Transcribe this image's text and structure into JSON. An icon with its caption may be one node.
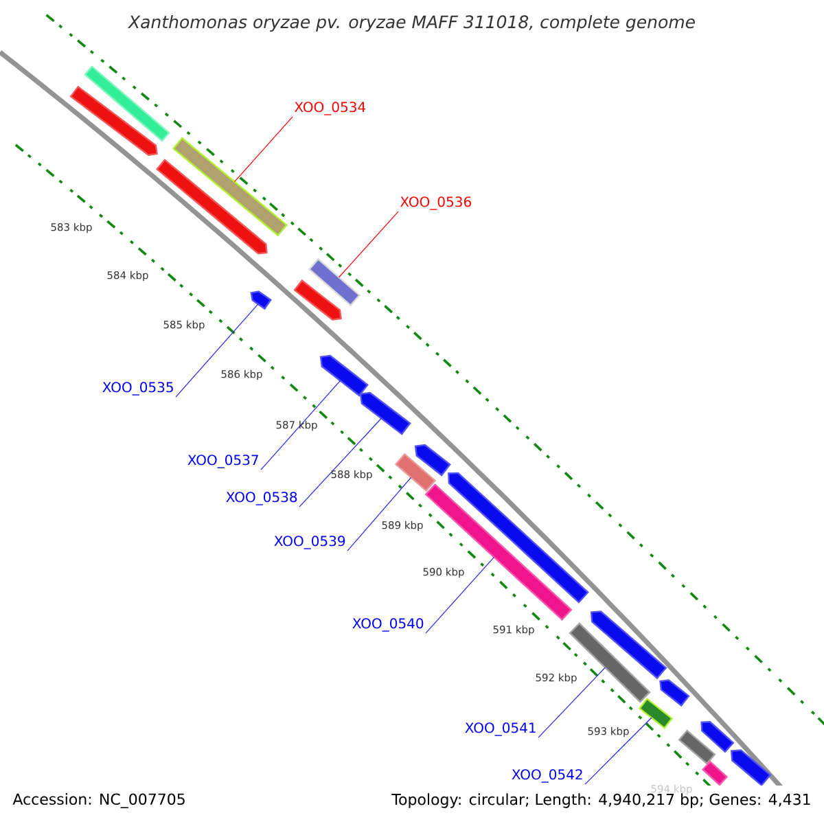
{
  "diagram": {
    "title": "Xanthomonas oryzae pv. oryzae MAFF 311018, complete genome",
    "nodes": [
      {
        "text": [],
        "shape": "box"
      },
      {
        "text": [],
        "shape": "arrow"
      },
      {
        "text": [],
        "shape": "box"
      },
      {
        "text": [
          "XOO_0534"
        ]
      },
      {
        "text": [],
        "shape": "arrow"
      },
      {
        "text": [
          "XOO_0536"
        ]
      },
      {
        "text": [],
        "shape": "box"
      },
      {
        "text": [],
        "shape": "arrow"
      },
      {
        "text": [],
        "shape": "arrow"
      },
      {
        "text": [
          "XOO_0535"
        ]
      },
      {
        "text": [],
        "shape": "arrow"
      },
      {
        "text": [],
        "shape": "arrow"
      },
      {
        "text": [
          "XOO_0537"
        ]
      },
      {
        "text": [
          "XOO_0538"
        ]
      },
      {
        "text": [],
        "shape": "arrow"
      },
      {
        "text": [],
        "shape": "box"
      },
      {
        "text": [],
        "shape": "arrow"
      },
      {
        "text": [],
        "shape": "box"
      },
      {
        "text": [
          "XOO_0539"
        ]
      },
      {
        "text": [
          "XOO_0540"
        ]
      },
      {
        "text": [],
        "shape": "arrow"
      },
      {
        "text": [],
        "shape": "box"
      },
      {
        "text": [],
        "shape": "arrow"
      },
      {
        "text": [],
        "shape": "box"
      },
      {
        "text": [
          "XOO_0541"
        ]
      },
      {
        "text": [
          "XOO_0542"
        ]
      },
      {
        "text": [],
        "shape": "arrow"
      },
      {
        "text": [],
        "shape": "box"
      },
      {
        "text": [],
        "shape": "arrow"
      },
      {
        "text": [],
        "shape": "box"
      }
    ],
    "edges": [
      {
        "from": 3,
        "to": 2,
        "arrow": "none",
        "color": "#ff0000"
      },
      {
        "from": 5,
        "to": 6,
        "arrow": "none",
        "color": "#ff0000"
      },
      {
        "from": 9,
        "to": 8,
        "arrow": "none"
      },
      {
        "from": 12,
        "to": 10,
        "arrow": "none"
      },
      {
        "from": 13,
        "to": 11,
        "arrow": "none"
      },
      {
        "from": 18,
        "to": 15,
        "arrow": "none"
      },
      {
        "from": 19,
        "to": 17,
        "arrow": "none"
      },
      {
        "from": 24,
        "to": 21,
        "arrow": "none"
      },
      {
        "from": 25,
        "to": 23,
        "arrow": "none"
      }
    ],
    "labels": [
      "583 kbp",
      "584 kbp",
      "585 kbp",
      "586 kbp",
      "587 kbp",
      "588 kbp",
      "589 kbp",
      "590 kbp",
      "591 kbp",
      "592 kbp",
      "593 kbp",
      "594 kbp",
      "Accession: NC_007705",
      "Topology: circular; Length: 4,940,217 bp; Genes: 4,431"
    ]
  }
}
